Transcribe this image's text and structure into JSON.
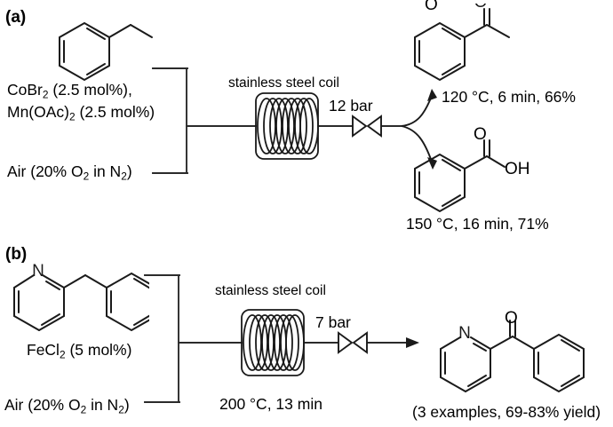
{
  "figure": {
    "type": "reaction-scheme",
    "panels": [
      {
        "id": "a",
        "label": "(a)",
        "substrate": {
          "name": "ethylbenzene",
          "icon": "ethylbenzene-structure"
        },
        "conditions": [
          {
            "line": "CoBr2 (2.5 mol%),",
            "html": "CoBr<sub>2</sub> (2.5 mol%),"
          },
          {
            "line": "Mn(OAc)2 (2.5 mol%)",
            "html": "Mn(OAc)<sub>2</sub> (2.5 mol%)"
          }
        ],
        "gas": {
          "line": "Air (20% O2 in N2)",
          "html": "Air (20% O<sub>2</sub> in N<sub>2</sub>)"
        },
        "reactor_label": "stainless steel coil",
        "reactor_conditions": "",
        "pressure": "12 bar",
        "products": [
          {
            "name": "acetophenone",
            "icon": "acetophenone-structure",
            "caption": "120 °C, 6 min, 66%",
            "temperature": "120 °C",
            "time": "6 min",
            "yield": "66%"
          },
          {
            "name": "benzoic acid",
            "icon": "benzoic-acid-structure",
            "caption": "150 °C, 16 min, 71%",
            "temperature": "150 °C",
            "time": "16 min",
            "yield": "71%"
          }
        ]
      },
      {
        "id": "b",
        "label": "(b)",
        "substrate": {
          "name": "2-benzylpyridine",
          "icon": "benzylpyridine-structure"
        },
        "conditions": [
          {
            "line": "FeCl2 (5 mol%)",
            "html": "FeCl<sub>2</sub> (5 mol%)"
          }
        ],
        "gas": {
          "line": "Air (20% O2 in N2)",
          "html": "Air (20% O<sub>2</sub> in N<sub>2</sub>)"
        },
        "reactor_label": "stainless steel coil",
        "reactor_conditions": "200 °C, 13 min",
        "pressure": "7 bar",
        "products": [
          {
            "name": "phenyl(pyridin-2-yl)methanone",
            "icon": "pyridyl-phenyl-ketone-structure",
            "caption": "(3 examples, 69-83% yield)",
            "examples": "3 examples",
            "yield": "69-83% yield"
          }
        ]
      }
    ],
    "atom_labels": {
      "oxygen": "O",
      "nitrogen": "N",
      "hydroxyl": "OH"
    },
    "colors": {
      "stroke": "#1a1a1a",
      "flow": "#2b2b2b",
      "background": "#ffffff"
    }
  }
}
